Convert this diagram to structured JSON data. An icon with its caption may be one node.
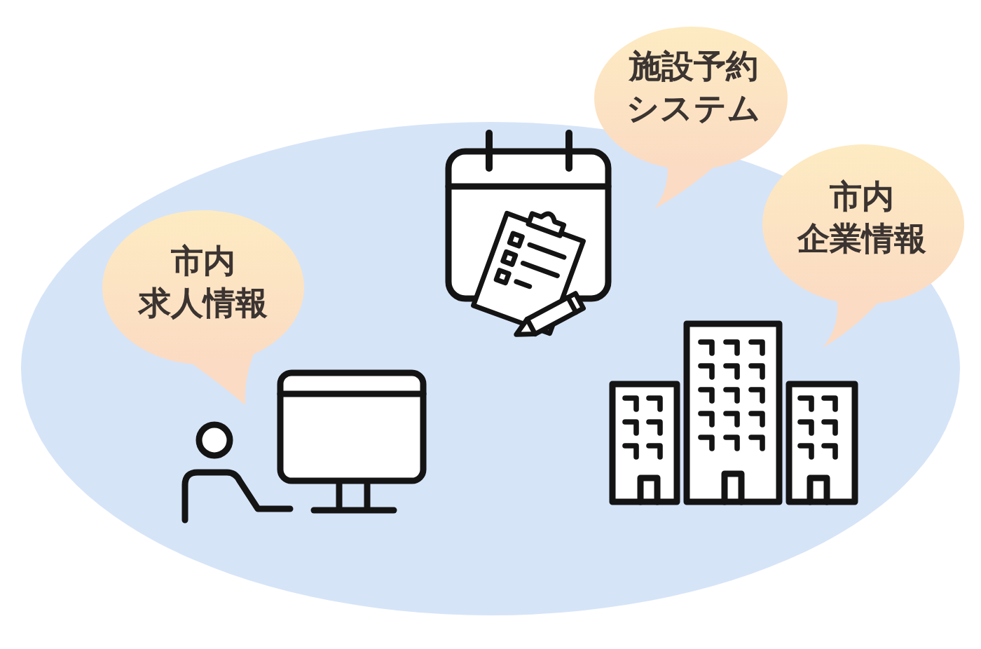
{
  "diagram": {
    "nodes": [
      {
        "text": [
          "市内求人情報"
        ]
      },
      {
        "text": [
          "施設予約システム"
        ]
      },
      {
        "text": [
          "市内企業情報"
        ]
      }
    ]
  }
}
